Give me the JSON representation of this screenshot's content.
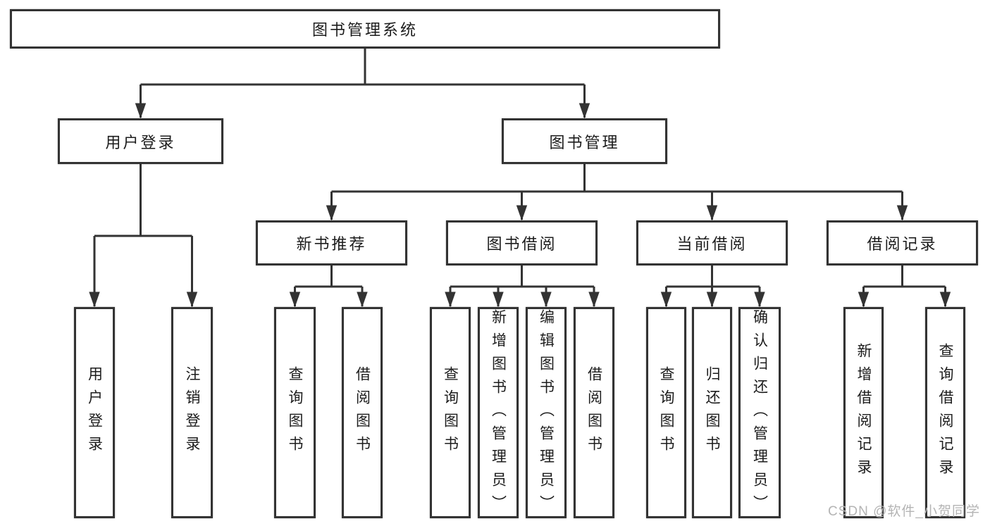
{
  "diagram": {
    "root": {
      "label": "图书管理系统"
    },
    "branches": [
      {
        "label": "用户登录",
        "children": [
          {
            "label": "用户登录"
          },
          {
            "label": "注销登录"
          }
        ]
      },
      {
        "label": "图书管理",
        "children": [
          {
            "label": "新书推荐",
            "children": [
              {
                "label": "查询图书"
              },
              {
                "label": "借阅图书"
              }
            ]
          },
          {
            "label": "图书借阅",
            "children": [
              {
                "label": "查询图书"
              },
              {
                "label": "新增图书（管理员）"
              },
              {
                "label": "编辑图书（管理员）"
              },
              {
                "label": "借阅图书"
              }
            ]
          },
          {
            "label": "当前借阅",
            "children": [
              {
                "label": "查询图书"
              },
              {
                "label": "归还图书"
              },
              {
                "label": "确认归还（管理员）"
              }
            ]
          },
          {
            "label": "借阅记录",
            "children": [
              {
                "label": "新增借阅记录"
              },
              {
                "label": "查询借阅记录"
              }
            ]
          }
        ]
      }
    ]
  },
  "watermark": {
    "text": "CSDN @软件_小贺同学"
  },
  "colors": {
    "line": "#333333",
    "box_border": "#333333",
    "text": "#1c1c1c",
    "background": "#ffffff",
    "watermark": "#b4b4b4"
  }
}
